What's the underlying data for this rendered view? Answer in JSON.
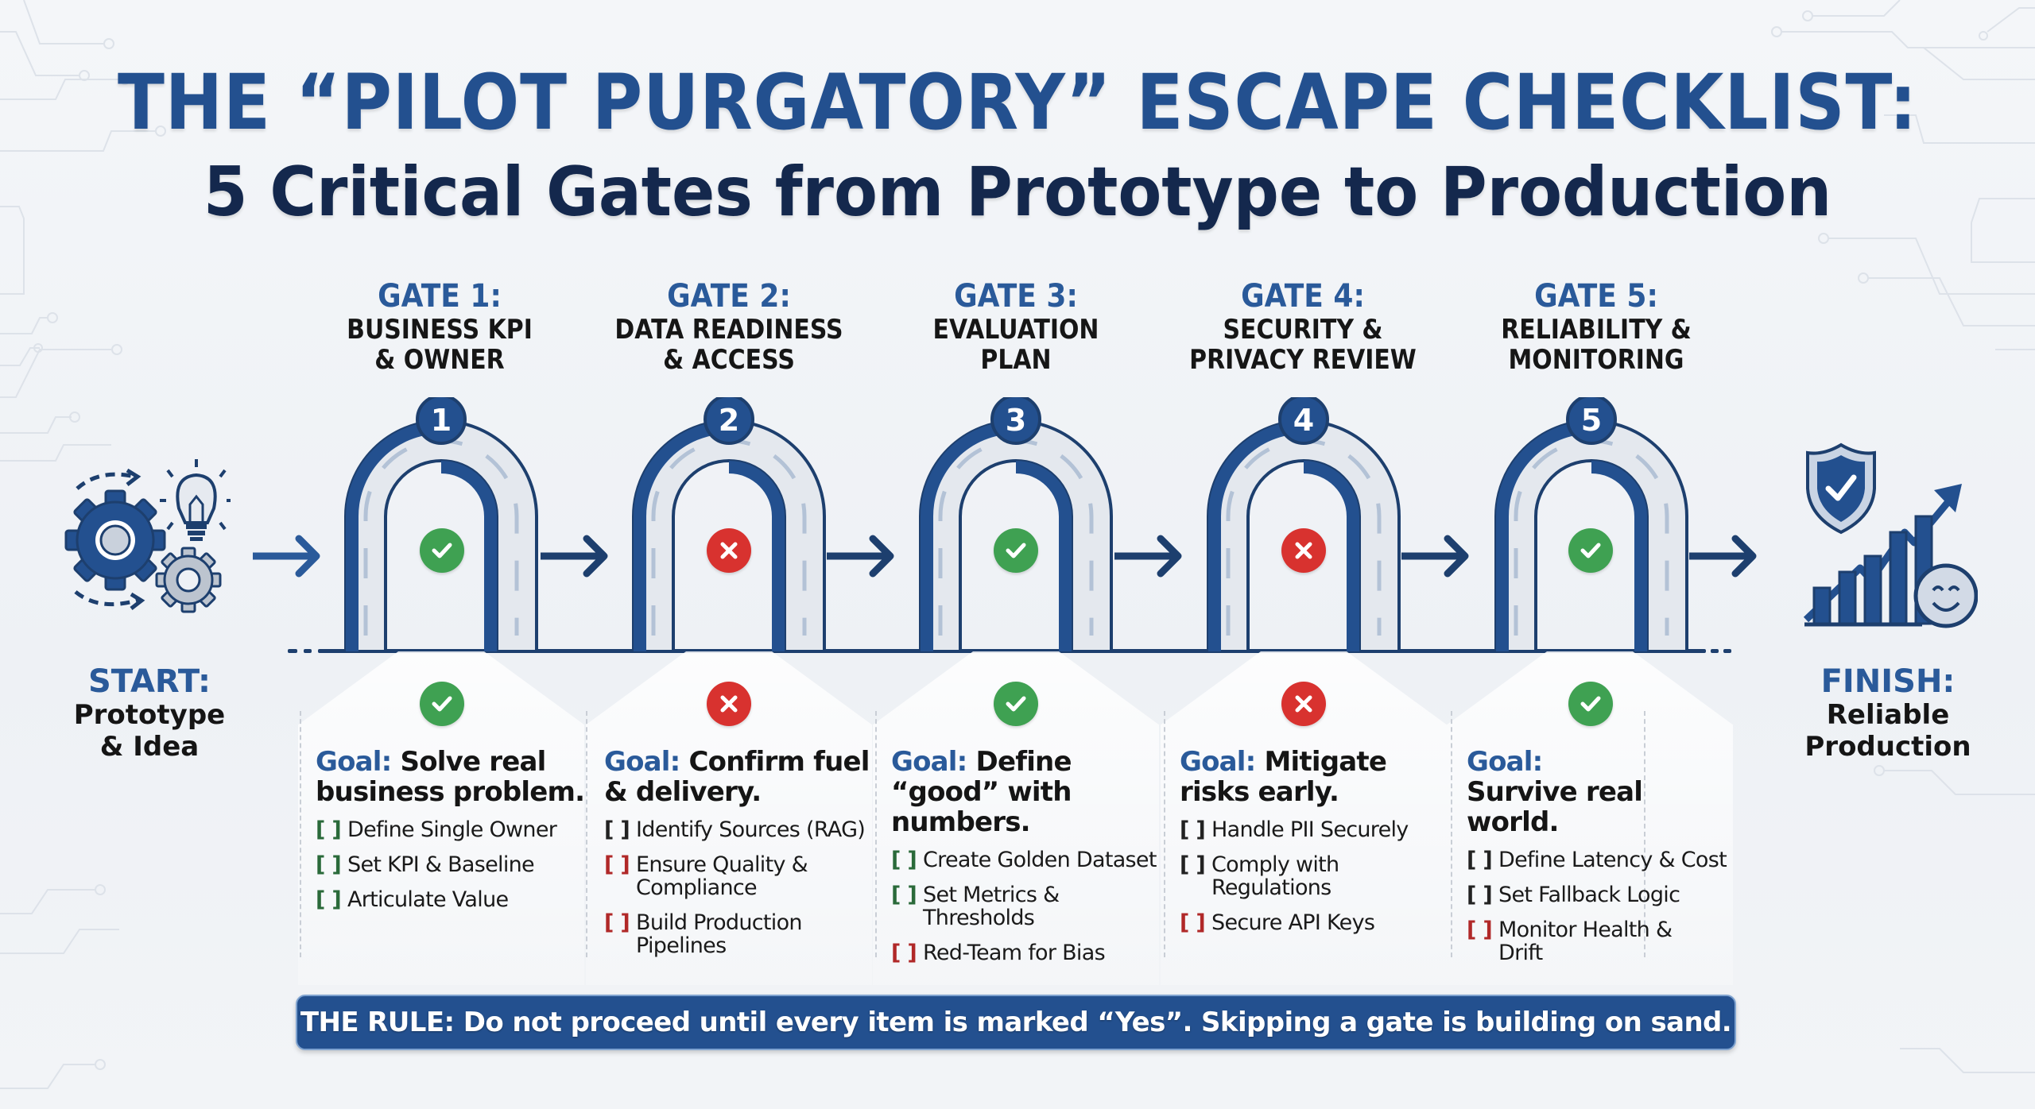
{
  "title": {
    "main": "THE “PILOT PURGATORY” ESCAPE CHECKLIST:",
    "subtitle": "5 Critical Gates from Prototype to Production"
  },
  "start": {
    "head": "START:",
    "line1": "Prototype",
    "line2": "& Idea",
    "icon": "gears-lightbulb-icon"
  },
  "finish": {
    "head": "FINISH:",
    "line1": "Reliable",
    "line2": "Production",
    "icon": "shield-growth-chart-smiley-icon"
  },
  "colors": {
    "primary_blue": "#23508f",
    "navy": "#1d3f6e",
    "pass_green": "#3fa152",
    "fail_red": "#d8322f",
    "background": "#f2f4f7"
  },
  "gates": [
    {
      "number": "1",
      "label": "GATE 1:",
      "name_line1": "BUSINESS KPI",
      "name_line2": "& OWNER",
      "status": "pass",
      "goal_label": "Goal:",
      "goal_text": "Solve real business problem.",
      "items": [
        {
          "text": "Define Single Owner",
          "box": "[ ]",
          "color": "green"
        },
        {
          "text": "Set KPI & Baseline",
          "box": "[ ]",
          "color": "green"
        },
        {
          "text": "Articulate Value",
          "box": "[ ]",
          "color": "green"
        }
      ]
    },
    {
      "number": "2",
      "label": "GATE 2:",
      "name_line1": "DATA READINESS",
      "name_line2": "& ACCESS",
      "status": "fail",
      "goal_label": "Goal:",
      "goal_text": "Confirm fuel & delivery.",
      "items": [
        {
          "text": "Identify Sources (RAG)",
          "box": "[ ]",
          "color": "black"
        },
        {
          "text": "Ensure Quality & Compliance",
          "box": "[ ]",
          "color": "red"
        },
        {
          "text": "Build Production Pipelines",
          "box": "[ ]",
          "color": "red"
        }
      ]
    },
    {
      "number": "3",
      "label": "GATE 3:",
      "name_line1": "EVALUATION",
      "name_line2": "PLAN",
      "status": "pass",
      "goal_label": "Goal:",
      "goal_text": "Define “good” with numbers.",
      "items": [
        {
          "text": "Create Golden Dataset",
          "box": "[ ]",
          "color": "green"
        },
        {
          "text": "Set Metrics & Thresholds",
          "box": "[ ]",
          "color": "green"
        },
        {
          "text": "Red-Team for Bias",
          "box": "[ ]",
          "color": "red"
        }
      ]
    },
    {
      "number": "4",
      "label": "GATE 4:",
      "name_line1": "SECURITY &",
      "name_line2": "PRIVACY REVIEW",
      "status": "fail",
      "goal_label": "Goal:",
      "goal_text": "Mitigate risks early.",
      "items": [
        {
          "text": "Handle PII Securely",
          "box": "[ ]",
          "color": "black"
        },
        {
          "text": "Comply with Regulations",
          "box": "[ ]",
          "color": "black"
        },
        {
          "text": "Secure API Keys",
          "box": "[ ]",
          "color": "red"
        }
      ]
    },
    {
      "number": "5",
      "label": "GATE 5:",
      "name_line1": "RELIABILITY &",
      "name_line2": "MONITORING",
      "status": "pass",
      "goal_label": "Goal:",
      "goal_text": "Survive real world.",
      "items": [
        {
          "text": "Define Latency & Cost",
          "box": "[ ]",
          "color": "black"
        },
        {
          "text": "Set Fallback Logic",
          "box": "[ ]",
          "color": "black"
        },
        {
          "text": "Monitor Health & Drift",
          "box": "[ ]",
          "color": "red"
        }
      ]
    }
  ],
  "rule": {
    "text": "THE RULE: Do not proceed until every item is marked “Yes”. Skipping a gate is building on sand."
  }
}
